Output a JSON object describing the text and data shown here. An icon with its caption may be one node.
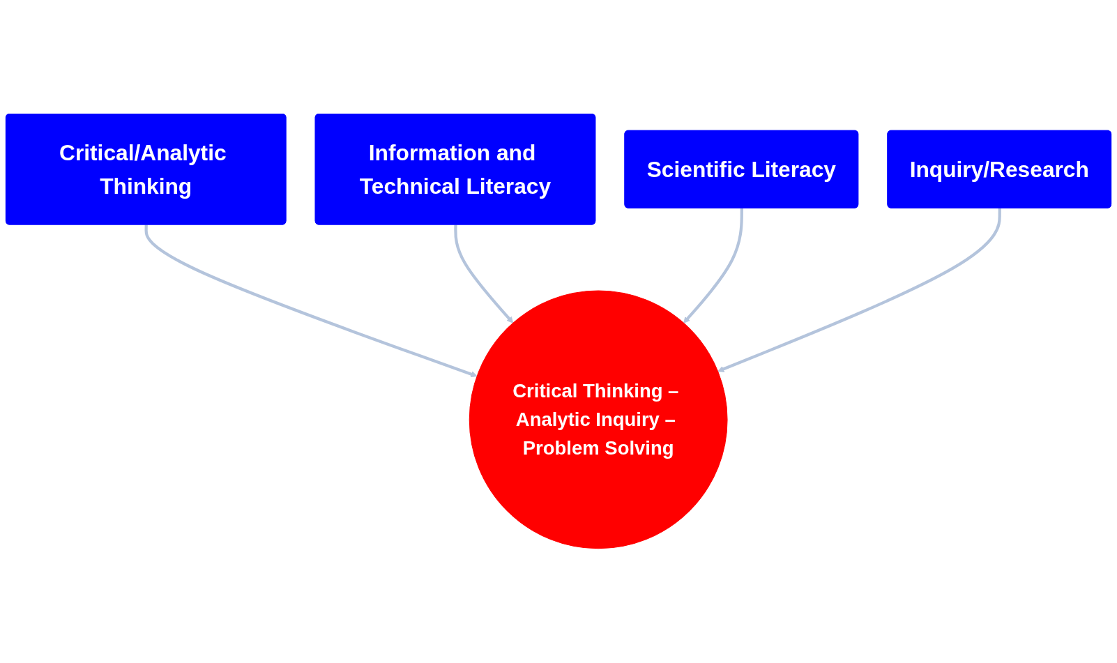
{
  "diagram": {
    "nodes": [
      {
        "text": [
          "Critical/Analytic Thinking"
        ]
      },
      {
        "text": [
          "Information and Technical Literacy"
        ]
      },
      {
        "text": [
          "Scientific Literacy"
        ]
      },
      {
        "text": [
          "Inquiry/Research"
        ]
      },
      {
        "text": [
          "Critical Thinking – Analytic Inquiry – Problem Solving"
        ]
      }
    ],
    "edges": [
      {
        "from": 0,
        "to": 4,
        "arrow": "to"
      },
      {
        "from": 1,
        "to": 4,
        "arrow": "to"
      },
      {
        "from": 2,
        "to": 4,
        "arrow": "to"
      },
      {
        "from": 3,
        "to": 4,
        "arrow": "to"
      }
    ]
  }
}
